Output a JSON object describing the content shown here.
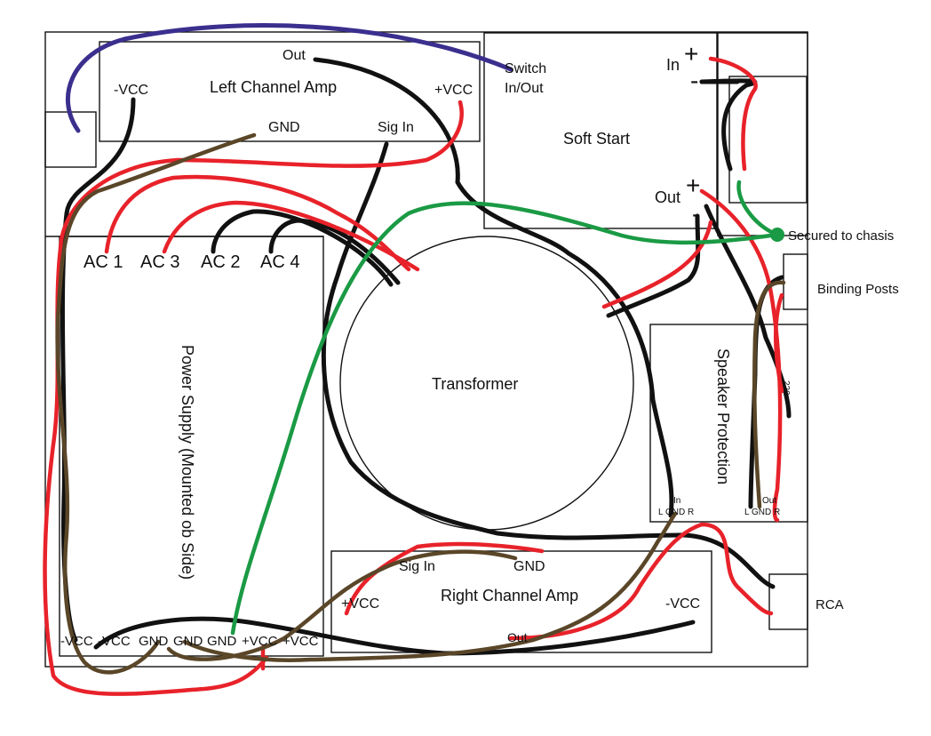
{
  "labels": {
    "left_amp": "Left Channel Amp",
    "left_amp_out": "Out",
    "left_amp_neg_vcc": "-VCC",
    "left_amp_pos_vcc": "+VCC",
    "left_amp_gnd": "GND",
    "left_amp_sig_in": "Sig In",
    "switch_line1": "Switch",
    "switch_line2": "In/Out",
    "soft_start": "Soft Start",
    "soft_in": "In",
    "soft_out": "Out",
    "plus": "+",
    "minus": "-",
    "secured": "Secured to chasis",
    "binding_posts": "Binding Posts",
    "ac1": "AC 1",
    "ac2": "AC 2",
    "ac3": "AC 3",
    "ac4": "AC 4",
    "transformer": "Transformer",
    "power_supply": "Power Supply (Mounted ob Side)",
    "speaker_protection": "Speaker Protection",
    "sp_in": "In",
    "sp_in_pins": "L GND R",
    "sp_out": "Out",
    "sp_out_pins": "L GND R",
    "sp_resistor": "220",
    "right_amp": "Right Channel Amp",
    "right_amp_sig_in": "Sig In",
    "right_amp_gnd": "GND",
    "right_amp_pos_vcc": "+VCC",
    "right_amp_neg_vcc": "-VCC",
    "right_amp_out": "Out",
    "rca": "RCA",
    "ps_neg_vcc_1": "-VCC",
    "ps_neg_vcc_2": "-VCC",
    "ps_gnd_1": "GND",
    "ps_gnd_2": "GND",
    "ps_gnd_3": "GND",
    "ps_pos_vcc_1": "+VCC",
    "ps_pos_vcc_2": "+VCC"
  },
  "colors": {
    "black": "#111111",
    "red": "#e8222a",
    "green": "#1a9a44",
    "brown": "#5a4628",
    "blue": "#3b2f8e"
  }
}
